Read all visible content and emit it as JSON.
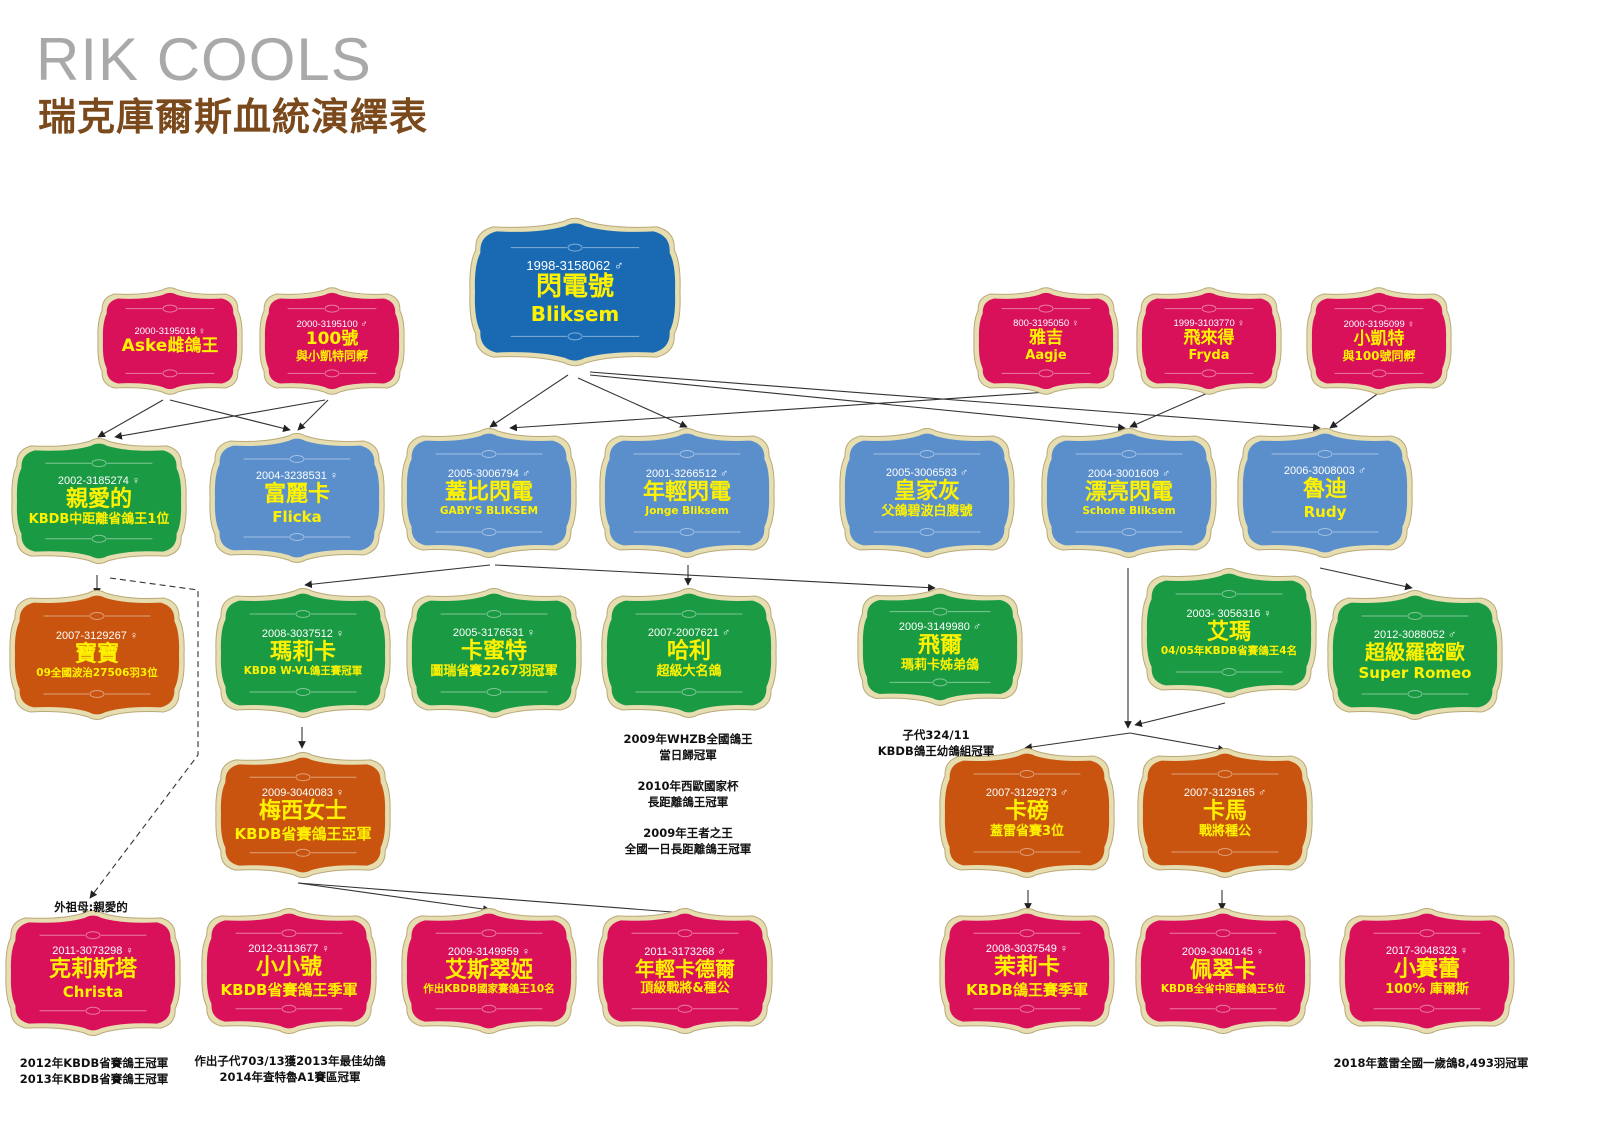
{
  "title_en": "RIK COOLS",
  "title_zh": "瑞克庫爾斯血統演繹表",
  "colors": {
    "pink": "#d8115a",
    "blue_dark": "#1a6ab3",
    "blue": "#5a8fcc",
    "green": "#1a9a43",
    "orange": "#c8540f",
    "frame": "#e6ddb0",
    "text_yellow": "#fff200"
  },
  "nodes": [
    {
      "id": "bliksem",
      "code": "1998-3158062 ♂",
      "name": "閃電號",
      "sub": "Bliksem",
      "color": "blue_dark"
    },
    {
      "id": "aske",
      "code": "2000-3195018 ♀",
      "name": "Aske雌鴿王",
      "sub": "",
      "color": "pink"
    },
    {
      "id": "no100",
      "code": "2000-3195100 ♂",
      "name": "100號",
      "sub": "與小凱特同孵",
      "color": "pink"
    },
    {
      "id": "aagje",
      "code": "800-3195050 ♀",
      "name": "雅吉",
      "sub": "Aagje",
      "color": "pink"
    },
    {
      "id": "fryda",
      "code": "1999-3103770 ♀",
      "name": "飛來得",
      "sub": "Fryda",
      "color": "pink"
    },
    {
      "id": "kaite",
      "code": "2000-3195099 ♀",
      "name": "小凱特",
      "sub": "與100號同孵",
      "color": "pink"
    },
    {
      "id": "qinai",
      "code": "2002-3185274 ♀",
      "name": "親愛的",
      "sub": "KBDB中距離省鴿王1位",
      "color": "green"
    },
    {
      "id": "flicka",
      "code": "2004-3238531 ♀",
      "name": "富麗卡",
      "sub": "Flicka",
      "color": "blue"
    },
    {
      "id": "gaby",
      "code": "2005-3006794 ♂",
      "name": "蓋比閃電",
      "sub": "GABY'S BLIKSEM",
      "color": "blue"
    },
    {
      "id": "jonge",
      "code": "2001-3266512 ♂",
      "name": "年輕閃電",
      "sub": "Jonge Bliksem",
      "color": "blue"
    },
    {
      "id": "huangjia",
      "code": "2005-3006583 ♂",
      "name": "皇家灰",
      "sub": "父鴿碧波白腹號",
      "color": "blue"
    },
    {
      "id": "schone",
      "code": "2004-3001609 ♂",
      "name": "漂亮閃電",
      "sub": "Schone Bliksem",
      "color": "blue"
    },
    {
      "id": "rudy",
      "code": "2006-3008003 ♂",
      "name": "魯迪",
      "sub": "Rudy",
      "color": "blue"
    },
    {
      "id": "baobao",
      "code": "2007-3129267 ♀",
      "name": "寶寶",
      "sub": "09全國波治27506羽3位",
      "color": "orange"
    },
    {
      "id": "malika",
      "code": "2008-3037512 ♀",
      "name": "瑪莉卡",
      "sub": "KBDB W-VL鴿王賽冠軍",
      "color": "green"
    },
    {
      "id": "kamite",
      "code": "2005-3176531 ♀",
      "name": "卡蜜特",
      "sub": "圖瑞省賽2267羽冠軍",
      "color": "green"
    },
    {
      "id": "hali",
      "code": "2007-2007621 ♂",
      "name": "哈利",
      "sub": "超級大名鴿",
      "color": "green"
    },
    {
      "id": "feier",
      "code": "2009-3149980 ♂",
      "name": "飛爾",
      "sub": "瑪莉卡姊弟鴿",
      "color": "green"
    },
    {
      "id": "aima",
      "code": "2003- 3056316 ♀",
      "name": "艾瑪",
      "sub": "04/05年KBDB省賽鴿王4名",
      "color": "green"
    },
    {
      "id": "romeo",
      "code": "2012-3088052 ♂",
      "name": "超級羅密歐",
      "sub": "Super Romeo",
      "color": "green"
    },
    {
      "id": "meixi",
      "code": "2009-3040083 ♀",
      "name": "梅西女士",
      "sub": "KBDB省賽鴿王亞軍",
      "color": "orange"
    },
    {
      "id": "kabang",
      "code": "2007-3129273 ♂",
      "name": "卡磅",
      "sub": "蓋雷省賽3位",
      "color": "orange"
    },
    {
      "id": "kama",
      "code": "2007-3129165 ♂",
      "name": "卡馬",
      "sub": "戰將種公",
      "color": "orange"
    },
    {
      "id": "christa",
      "code": "2011-3073298 ♀",
      "name": "克莉斯塔",
      "sub": "Christa",
      "color": "pink"
    },
    {
      "id": "xiaoxiao",
      "code": "2012-3113677 ♀",
      "name": "小小號",
      "sub": "KBDB省賽鴿王季軍",
      "color": "pink"
    },
    {
      "id": "aisicuiya",
      "code": "2009-3149959 ♀",
      "name": "艾斯翠婭",
      "sub": "作出KBDB國家賽鴿王10名",
      "color": "pink"
    },
    {
      "id": "kadeer",
      "code": "2011-3173268 ♂",
      "name": "年輕卡德爾",
      "sub": "頂級戰將&種公",
      "color": "pink"
    },
    {
      "id": "molika",
      "code": "2008-3037549 ♀",
      "name": "茉莉卡",
      "sub": "KBDB鴿王賽季軍",
      "color": "pink"
    },
    {
      "id": "peicuika",
      "code": "2009-3040145 ♀",
      "name": "佩翠卡",
      "sub": "KBDB全省中距離鴿王5位",
      "color": "pink"
    },
    {
      "id": "xiaosailei",
      "code": "2017-3048323 ♀",
      "name": "小賽蕾",
      "sub": "100% 庫爾斯",
      "color": "pink"
    }
  ],
  "notes": {
    "hali_1": "2009年WHZB全國鴿王",
    "hali_2": "當日歸冠軍",
    "hali_3": "2010年西歐國家杯",
    "hali_4": "長距離鴿王冠軍",
    "hali_5": "2009年王者之王",
    "hali_6": "全國一日長距離鴿王冠軍",
    "feier_1": "子代324/11",
    "feier_2": "KBDB鴿王幼鴿組冠軍",
    "grandmother": "外祖母:親愛的",
    "christa_1": "2012年KBDB省賽鴿王冠軍",
    "christa_2": "2013年KBDB省賽鴿王冠軍",
    "xiaoxiao_1": "作出子代703/13獲2013年最佳幼鴿",
    "xiaoxiao_2": "2014年查特魯A1賽區冠軍",
    "xiaosailei_1": "2018年蓋雷全國一歲鴿8,493羽冠軍"
  }
}
